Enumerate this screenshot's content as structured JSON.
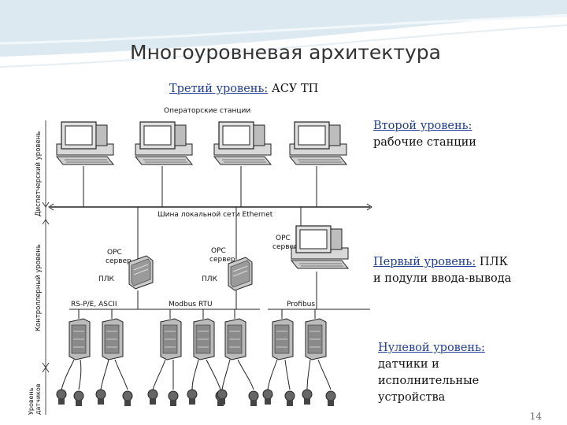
{
  "title": "Многоуровневая архитектура",
  "levels": {
    "third": {
      "label": "Третий уровень:",
      "text": " АСУ ТП"
    },
    "second": {
      "label": "Второй уровень:",
      "text": "рабочие станции"
    },
    "first": {
      "label": "Первый уровень:",
      "text1": " ПЛК",
      "text2": "и подули ввода-вывода"
    },
    "zero": {
      "label": "Нулевой уровень:",
      "text1": "датчики и",
      "text2": "исполнительные",
      "text3": "устройства"
    }
  },
  "page_number": "14",
  "diagram": {
    "operator_stations": "Операторские станции",
    "lan_bus": "Шина локальной сети  Ethernet",
    "opc1": "OPC",
    "server1": "сервер",
    "plc1": "ПЛК",
    "opc2": "OPC",
    "server2": "сервер",
    "plc2": "ПЛК",
    "opc3": "OPC",
    "server3": "сервер",
    "bus1": "RS-P/E, ASCII",
    "bus2": "Modbus RTU",
    "bus3": "Profibus",
    "side_dispatch": "Диспетчерский уровень",
    "side_control": "Контроллерный уровень",
    "side_sensors1": "Уровень",
    "side_sensors2": "датчиков"
  }
}
